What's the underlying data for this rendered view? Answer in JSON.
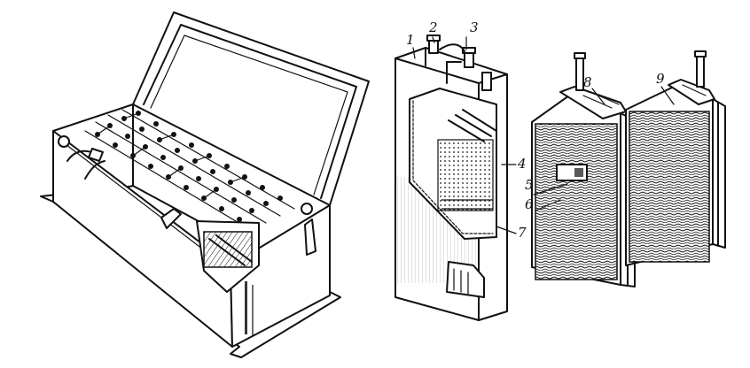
{
  "figure": {
    "left_item": "battery-box",
    "right_item": "battery-cell-with-plate-groups"
  },
  "callouts": {
    "c1": "1",
    "c2": "2",
    "c3": "3",
    "c4": "4",
    "c5": "5",
    "c6": "6",
    "c7": "7",
    "c8": "8",
    "c9": "9"
  },
  "icons": {
    "cable_clamp": "cable-clamp-icon",
    "terminal_post": "terminal-post-icon"
  },
  "colors": {
    "ink": "#111111",
    "paper": "#ffffff"
  }
}
